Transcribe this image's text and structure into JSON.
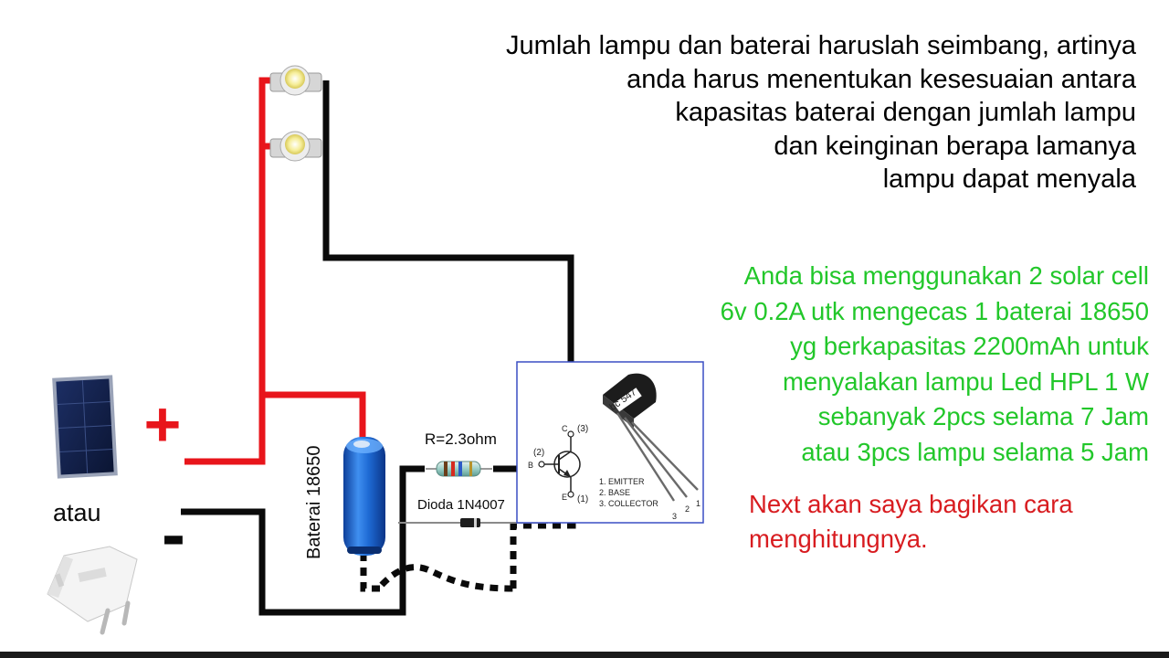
{
  "notes": {
    "black": [
      "Jumlah lampu dan baterai haruslah seimbang, artinya",
      "anda harus menentukan  kesesuaian antara",
      "kapasitas baterai dengan jumlah lampu",
      "dan keinginan berapa lamanya",
      "lampu dapat menyala"
    ],
    "green": [
      "Anda bisa menggunakan 2 solar cell",
      "6v 0.2A utk mengecas 1 baterai 18650",
      "yg berkapasitas 2200mAh untuk",
      "menyalakan lampu Led HPL 1 W",
      "sebanyak 2pcs selama 7 Jam",
      "atau 3pcs lampu selama 5 Jam"
    ],
    "red": [
      "Next akan saya bagikan cara",
      "menghitungnya."
    ]
  },
  "labels": {
    "plus": "+",
    "minus": "-",
    "atau": "atau",
    "battery": "Baterai 18650",
    "resistor": "R=2.3ohm",
    "diode": "Dioda 1N4007",
    "transistor_model": "bc 547",
    "pin_c": "C",
    "pin_b": "B",
    "pin_e": "E",
    "pin_c_num": "(3)",
    "pin_b_num": "(2)",
    "pin_e_num": "(1)",
    "legend": [
      "1.  EMITTER",
      "2.  BASE",
      "3.  COLLECTOR"
    ],
    "leg_nums": [
      "3",
      "2",
      "1"
    ]
  },
  "colors": {
    "positive_wire": "#e8151b",
    "negative_wire": "#0a0a0a",
    "battery_body": "#1f6fd6",
    "note_green": "#22c72a",
    "note_red": "#d81c20",
    "transistor_box": "#3a4fc4"
  },
  "icons": {
    "solar_panel": "solar-panel-icon",
    "charger": "usb-charger-icon",
    "led": "led-lamp-icon"
  }
}
